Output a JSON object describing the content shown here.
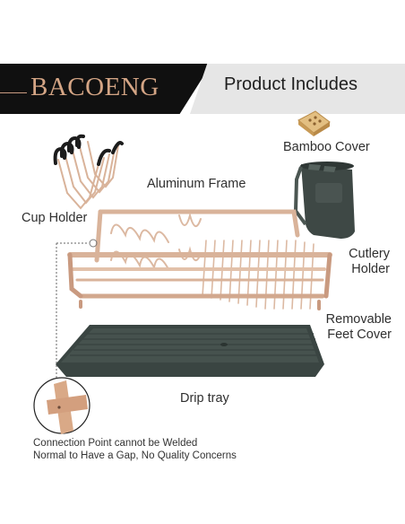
{
  "header": {
    "brand": "BACOENG",
    "title": "Product Includes"
  },
  "labels": {
    "bamboo_cover": "Bamboo Cover",
    "aluminum_frame": "Aluminum Frame",
    "cup_holder": "Cup Holder",
    "cutlery_holder_line1": "Cutlery",
    "cutlery_holder_line2": "Holder",
    "feet_cover_line1": "Removable",
    "feet_cover_line2": "Feet Cover",
    "drip_tray": "Drip tray"
  },
  "notes": {
    "line1": "Connection Point cannot be Welded",
    "line2": "Normal to Have a Gap, No Quality Concerns"
  },
  "colors": {
    "rose_gold": "#d9b39a",
    "dark_green": "#3f4a47",
    "bamboo": "#d8b26e",
    "header_dark": "#101010",
    "header_light": "#e6e6e6"
  }
}
